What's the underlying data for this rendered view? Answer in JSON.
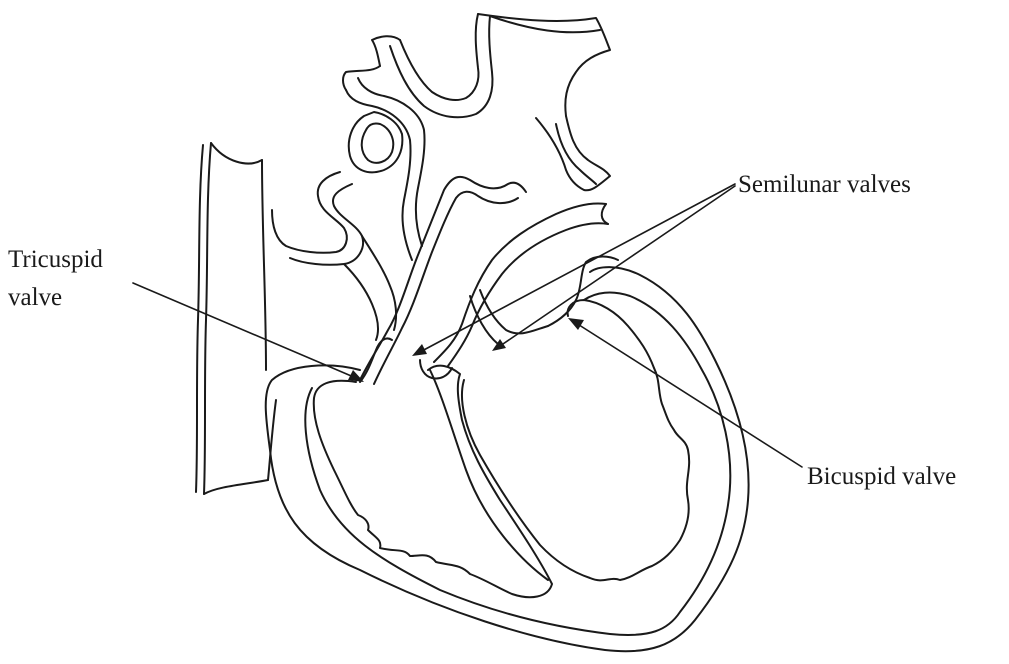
{
  "labels": {
    "tricuspid_line1": "Tricuspid",
    "tricuspid_line2": "valve",
    "semilunar": "Semilunar valves",
    "bicuspid": "Bicuspid valve"
  },
  "colors": {
    "stroke": "#1a1a1a",
    "background": "#ffffff"
  }
}
